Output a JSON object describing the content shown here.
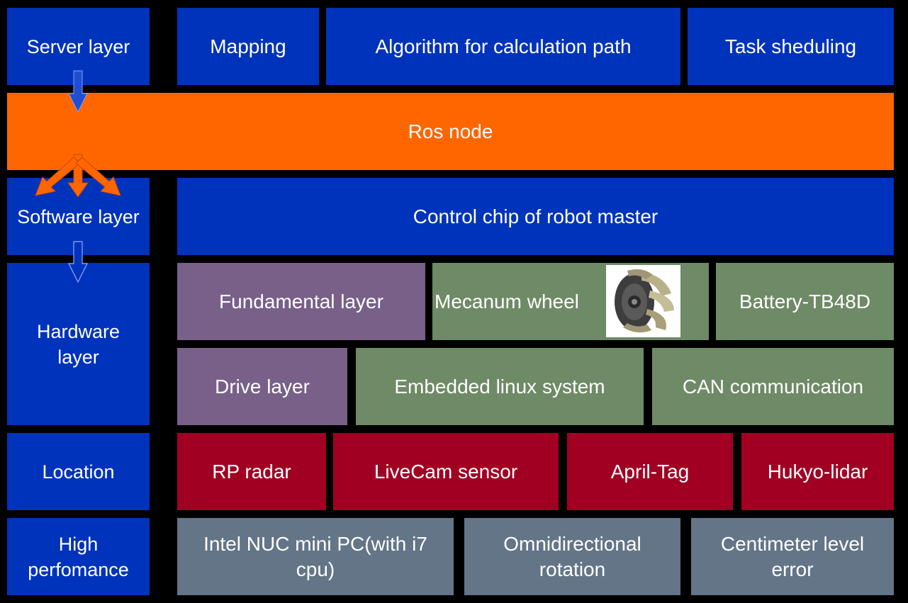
{
  "colors": {
    "blue": "#0033BB",
    "orange": "#FF6600",
    "purple": "#786089",
    "green": "#6E8A66",
    "red": "#A20023",
    "gray": "#637587",
    "background": "#000000"
  },
  "side_labels": {
    "server": "Server layer",
    "software": "Software layer",
    "hardware": "Hardware layer",
    "location": "Location",
    "performance": "High perfomance"
  },
  "server_layer": {
    "mapping": "Mapping",
    "algorithm": "Algorithm for calculation path",
    "task": "Task sheduling"
  },
  "ros_node": "Ros node",
  "software_layer": {
    "control_chip": "Control chip of robot master"
  },
  "hardware_layer": {
    "fundamental": "Fundamental layer",
    "mecanum": "Mecanum wheel",
    "mecanum_image": "mecanum-wheel-image",
    "battery": "Battery-TB48D",
    "drive": "Drive layer",
    "embedded": "Embedded linux system",
    "can": "CAN communication"
  },
  "location": {
    "rp_radar": "RP radar",
    "livecam": "LiveCam sensor",
    "april_tag": "April-Tag",
    "hukyo": "Hukyo-lidar"
  },
  "performance": {
    "nuc": "Intel NUC mini PC(with i7 cpu)",
    "omni": "Omnidirectional rotation",
    "centimeter": "Centimeter level error"
  }
}
